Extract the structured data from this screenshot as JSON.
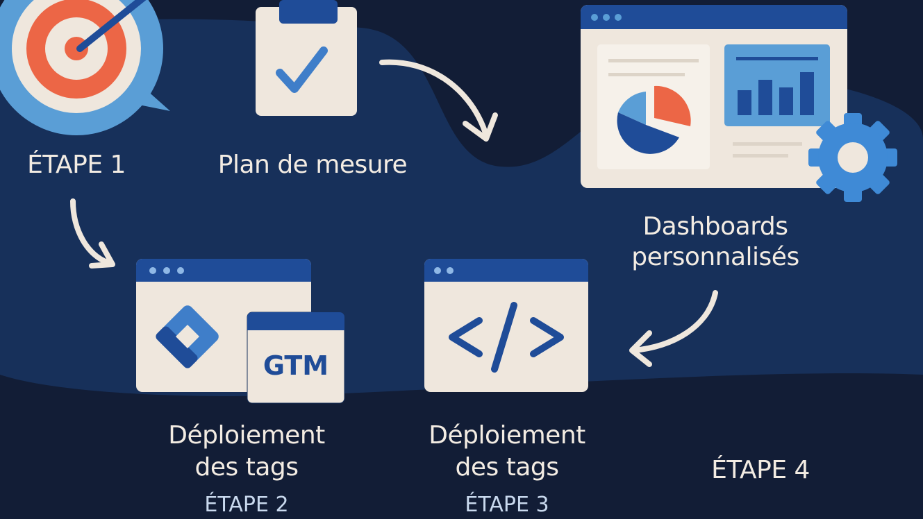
{
  "steps": {
    "step1_label": "ÉTAPE 1",
    "plan_label": "Plan de mesure",
    "dashboards_line1": "Dashboards",
    "dashboards_line2": "personnalisés",
    "deploy2_line1": "Déploiement",
    "deploy2_line2": "des tags",
    "step2_label": "ÉTAPE 2",
    "deploy3_line1": "Déploiement",
    "deploy3_line2": "des tags",
    "step3_label": "ÉTAPE 3",
    "step4_label": "ÉTAPE 4"
  },
  "gtm_text": "GTM",
  "code_text": "</>",
  "colors": {
    "background": "#121d36",
    "blob": "#17305a",
    "cream": "#efe7dd",
    "light_blue": "#5a9ed6",
    "dark_blue": "#1f4c98",
    "orange": "#ec6646"
  }
}
